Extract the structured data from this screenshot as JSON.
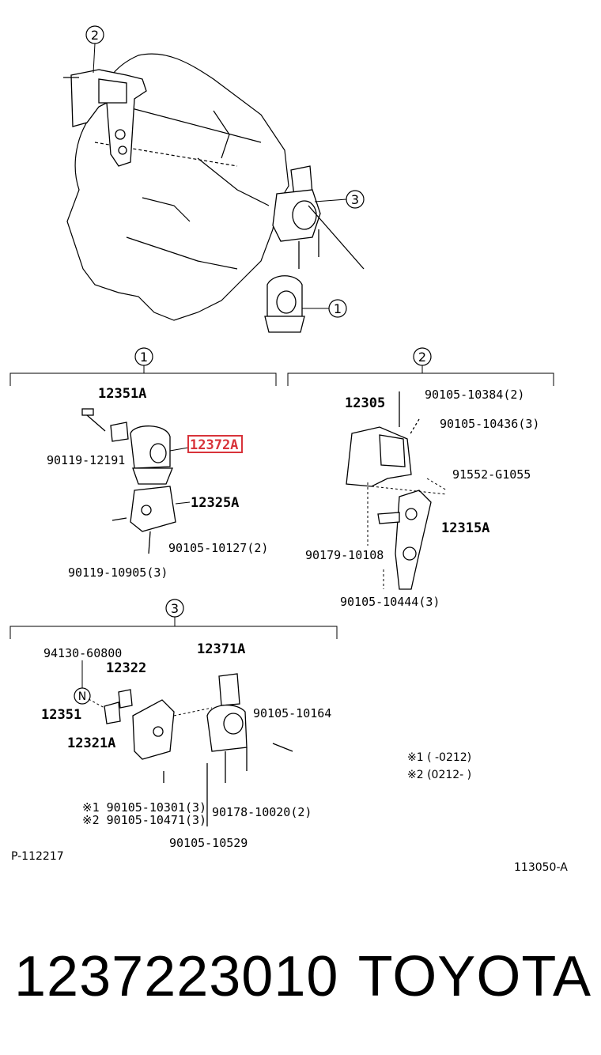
{
  "callouts": {
    "top_2": "2",
    "top_3": "3",
    "top_1": "1",
    "sec1": "1",
    "sec2": "2",
    "sec3": "3"
  },
  "section1": {
    "part_a": "12351A",
    "part_bolt": "90119-12191",
    "highlight": "12372A",
    "part_bracket": "12325A",
    "part_bolt2": "90105-10127(2)",
    "part_bolt3": "90119-10905(3)"
  },
  "section2": {
    "part_main": "12305",
    "bolt_a": "90105-10384(2)",
    "bolt_b": "90105-10436(3)",
    "bolt_c": "91552-G1055",
    "bracket": "12315A",
    "nut": "90179-10108",
    "bolt_d": "90105-10444(3)"
  },
  "section3": {
    "nut_label": "94130-60800",
    "nut_symbol": "N",
    "part_a": "12322",
    "part_b": "12351",
    "part_c": "12321A",
    "part_mount": "12371A",
    "bolt_a": "90105-10164",
    "note1": "※1 90105-10301(3)",
    "note2": "※2 90105-10471(3)",
    "nut2": "90178-10020(2)",
    "bolt_b": "90105-10529"
  },
  "legend": {
    "line1": "※1 (      -0212)",
    "line2": "※2 (0212-      )"
  },
  "refs": {
    "left": "P-112217",
    "right": "113050-A"
  },
  "footer": {
    "part_number": "1237223010",
    "brand": "TOYOTA"
  },
  "colors": {
    "highlight": "#d8333a",
    "ink": "#000000"
  }
}
